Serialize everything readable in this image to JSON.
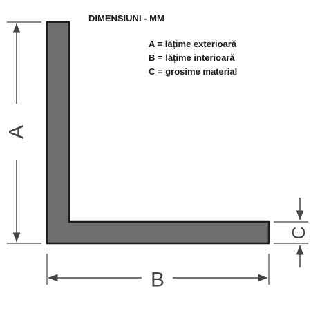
{
  "title": "DIMENSIUNI - MM",
  "legend": [
    {
      "text": "A = lățime exterioară"
    },
    {
      "text": "B = lățime interioară"
    },
    {
      "text": "C = grosime material"
    }
  ],
  "dimensions": {
    "a_label": "A",
    "b_label": "B",
    "c_label": "C"
  },
  "colors": {
    "profile_fill": "#6f6f6f",
    "profile_stroke": "#1c1c1c",
    "dimension_line": "#444444",
    "text": "#1a1a1a"
  }
}
